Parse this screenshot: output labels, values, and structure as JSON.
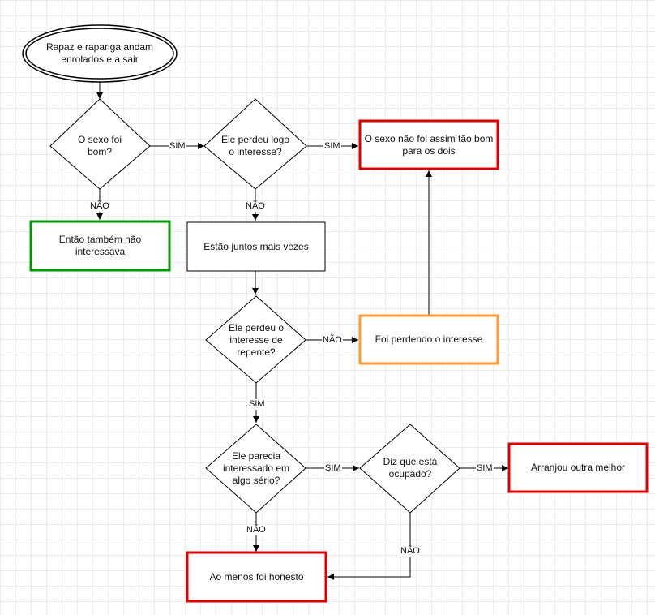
{
  "nodes": {
    "start": "Rapaz e rapariga andam enrolados e a sair",
    "q_sexo_bom": "O sexo foi bom?",
    "q_perdeu_logo": "Ele perdeu logo o interesse?",
    "r_sexo_nao_bom": "O sexo não foi assim tão bom para os dois",
    "r_nao_interessava": "Então também não interessava",
    "p_juntos_mais": "Estão juntos mais vezes",
    "q_perdeu_repente": "Ele perdeu o interesse de repente?",
    "p_perdendo": "Foi perdendo o interesse",
    "q_interessado_serio": "Ele parecia interessado em algo sério?",
    "q_ocupado": "Diz que está ocupado?",
    "r_outra_melhor": "Arranjou outra melhor",
    "r_honesto": "Ao menos foi honesto"
  },
  "edges": {
    "sim_1": "SIM",
    "sim_2": "SIM",
    "nao_1": "NÃO",
    "nao_2": "NÃO",
    "nao_3": "NÃO",
    "sim_3": "SIM",
    "sim_4": "SIM",
    "sim_5": "SIM",
    "nao_4": "NÃO",
    "nao_5": "NÃO"
  },
  "colors": {
    "green": "#009900",
    "red": "#dd0000",
    "orange": "#ff9933",
    "black": "#000000"
  }
}
